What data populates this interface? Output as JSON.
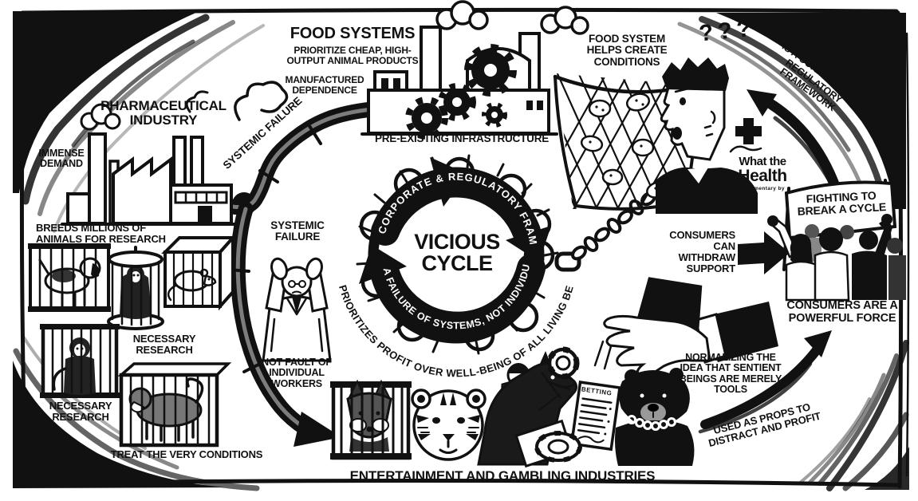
{
  "pharma": {
    "title": "PHARMACEUTICAL INDUSTRY",
    "immense_demand": "IMMENSE DEMAND",
    "breeds": "BREEDS MILLIONS OF ANIMALS FOR RESEARCH",
    "systemic_failure_pipe": "SYSTEMIC FAILURE",
    "necessary_research_a": "NECESSARY RESEARCH",
    "necessary_research_b": "NECESSARY RESEARCH",
    "treat_conditions": "TREAT THE VERY CONDITIONS"
  },
  "food": {
    "title": "FOOD SYSTEMS",
    "subtitle": "PRIORITIZE CHEAP, HIGH-OUTPUT ANIMAL PRODUCTS",
    "manufactured_dependence": "MANUFACTURED DEPENDENCE",
    "preexisting_infrastructure": "PRE-EXISTING INFRASTRUCTURE"
  },
  "cycle": {
    "title": "VICIOUS CYCLE",
    "arc_top": "CORPORATE & REGULATORY FRAMEWORK",
    "arc_bottom": "A FAILURE OF SYSTEMS, NOT INDIVIDUALS",
    "arc_outer": "PRIORITIZES PROFIT OVER WELL-BEING OF ALL LIVING BEINGS"
  },
  "worker": {
    "systemic_failure": "SYSTEMIC FAILURE",
    "not_fault": "NOT FAULT OF INDIVIDUAL WORKERS"
  },
  "entertainment": {
    "title": "ENTERTAINMENT AND GAMBLING INDUSTRIES",
    "betting_label": "BETTING"
  },
  "consumer_awareness": {
    "food_system_conditions": "FOOD SYSTEM HELPS CREATE CONDITIONS",
    "question_marks": "???",
    "root_problem": "ROOT OF THE PROBLEM IS A CORPORATE & REGULATORY FRAMEWORK",
    "logo_line1": "What the",
    "logo_line2": "Health",
    "logo_line3": "documentary by"
  },
  "consumer_power": {
    "withdraw": "CONSUMERS CAN WITHDRAW SUPPORT",
    "banner": "FIGHTING TO BREAK A CYCLE",
    "powerful": "CONSUMERS ARE A POWERFUL FORCE"
  },
  "exploitation": {
    "normalizing": "NORMALIZING THE IDEA THAT SENTIENT BEINGS ARE MERELY TOOLS",
    "used_as_props": "USED AS PROPS TO DISTRACT AND PROFIT"
  },
  "figures": {
    "pharma_factory": "smoking pharmaceutical factory",
    "food_factory": "food industry factory with gears",
    "caged_animals": "dog, monkeys, rat and baboon in research cages",
    "distressed_worker": "worker holding head in hands",
    "thorn_cycle": "thorn wreath with clockwise arrows",
    "chain": "chain linking cycle to consumer",
    "netted_man": "confused man caught in net of processed food",
    "medical_crosses": "medical cross symbols",
    "protesters": "protesters with raised fists and banner",
    "top_hat_hand": "top-hatted hand dropping gambling chips and chaining bear",
    "entertainment_animals": "caged fox, tiger, race horse with jockey, chained bear",
    "betting_items": "betting slip and poker chips"
  },
  "colors": {
    "ink": "#111111",
    "paper": "#ffffff"
  }
}
